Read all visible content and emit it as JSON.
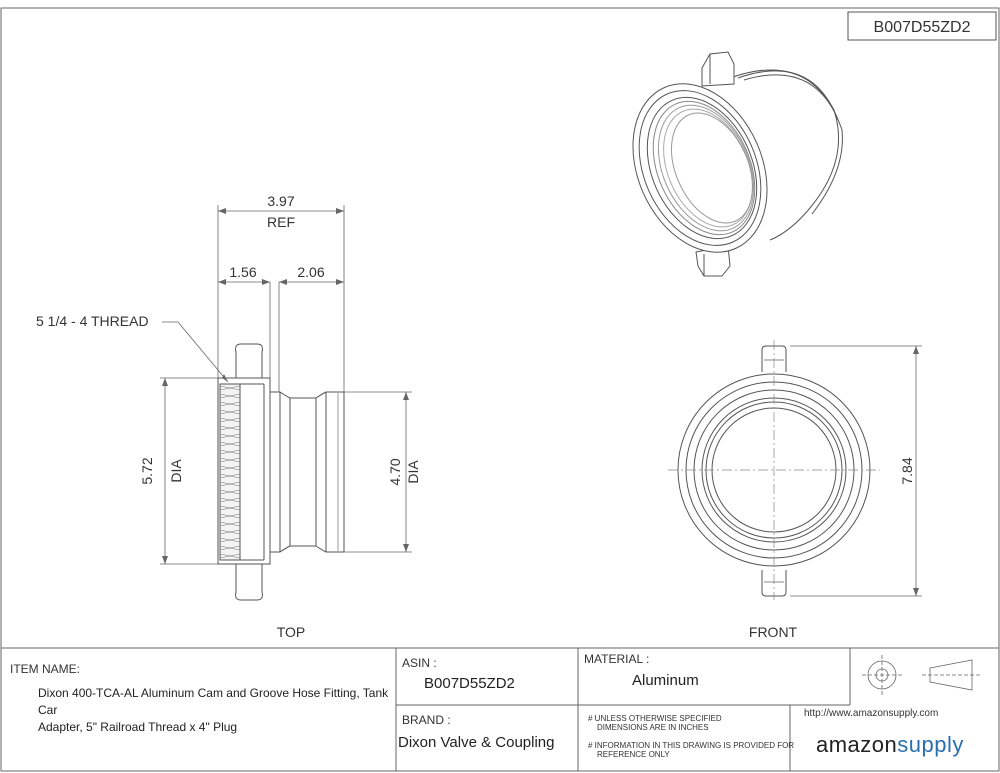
{
  "drawing_id": "B007D55ZD2",
  "dimensions": {
    "overall_length": "3.97",
    "overall_length_note": "REF",
    "seg_a": "1.56",
    "seg_b": "2.06",
    "thread": "5 1/4 - 4 THREAD",
    "dia_left": "5.72",
    "dia_left_unit": "DIA",
    "dia_right": "4.70",
    "dia_right_unit": "DIA",
    "front_height": "7.84"
  },
  "views": {
    "top": "TOP",
    "front": "FRONT"
  },
  "title_block": {
    "item_name_label": "ITEM NAME:",
    "item_name_line1": "Dixon 400-TCA-AL Aluminum Cam and Groove Hose Fitting, Tank Car",
    "item_name_line2": "Adapter, 5\" Railroad Thread x 4\" Plug",
    "asin_label": "ASIN :",
    "asin_value": "B007D55ZD2",
    "material_label": "MATERIAL :",
    "material_value": "Aluminum",
    "brand_label": "BRAND :",
    "brand_value": "Dixon Valve & Coupling",
    "note1_line1": "# UNLESS OTHERWISE SPECIFIED",
    "note1_line2": "DIMENSIONS ARE IN INCHES",
    "note2_line1": "# INFORMATION IN THIS DRAWING IS PROVIDED FOR",
    "note2_line2": "REFERENCE ONLY",
    "url": "http://www.amazonsupply.com",
    "logo_amazon": "amazon",
    "logo_supply": "supply"
  }
}
